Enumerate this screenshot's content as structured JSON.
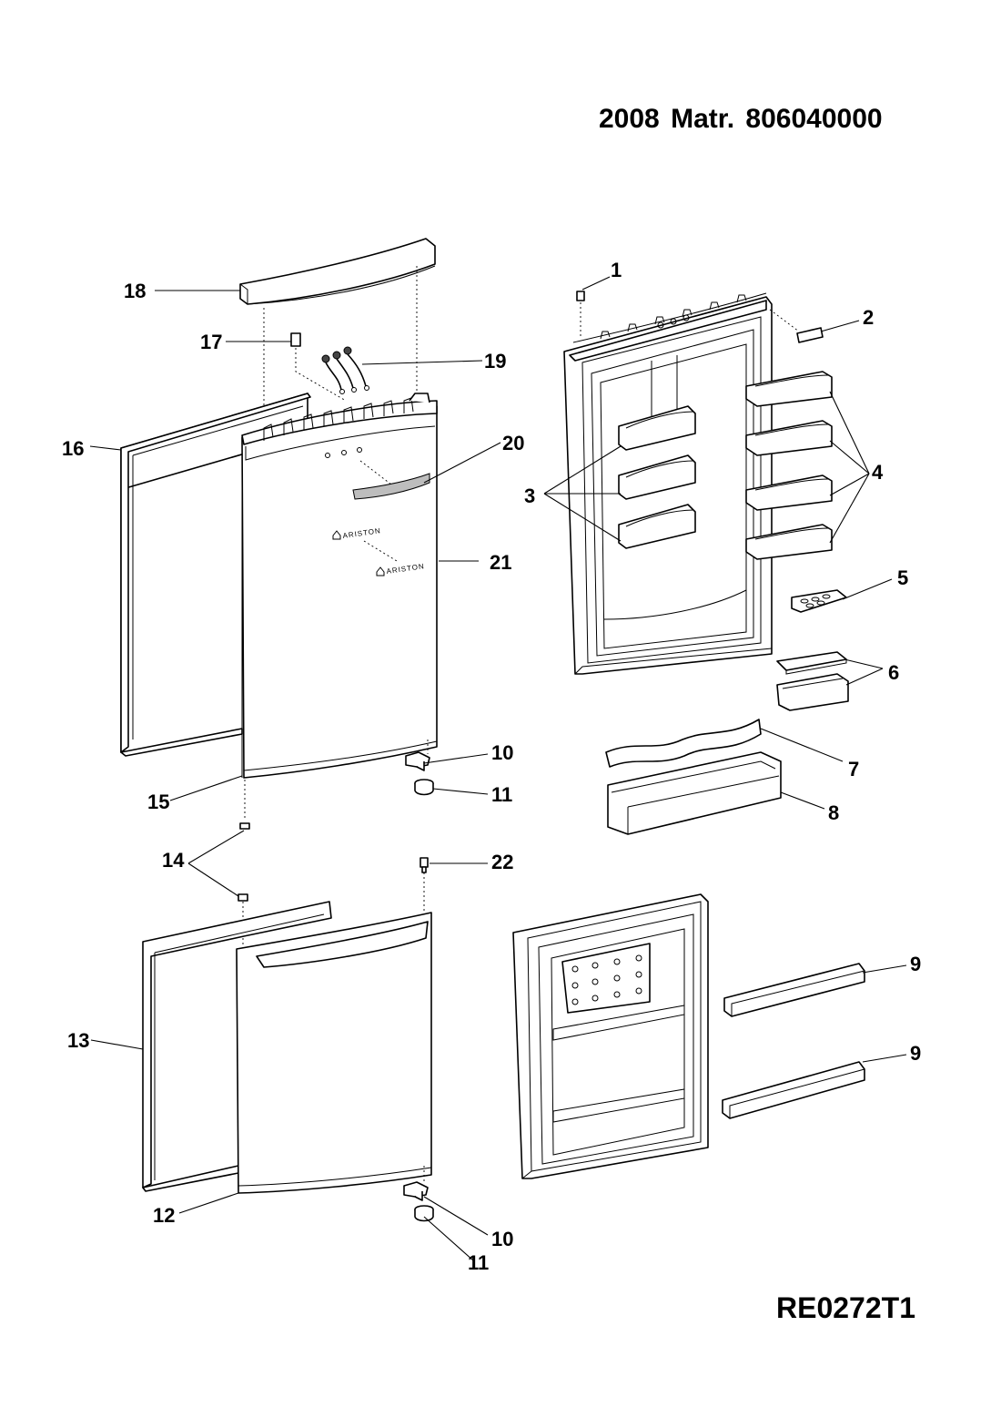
{
  "header": {
    "title": "2008  Matr. 806040000"
  },
  "footer": {
    "code": "RE0272T1"
  },
  "brand": {
    "logo_text": "ARISTON"
  },
  "callouts": {
    "c1": "1",
    "c2": "2",
    "c3": "3",
    "c4": "4",
    "c5": "5",
    "c6": "6",
    "c7": "7",
    "c8": "8",
    "c9a": "9",
    "c9b": "9",
    "c10a": "10",
    "c10b": "10",
    "c11a": "11",
    "c11b": "11",
    "c12": "12",
    "c13": "13",
    "c14": "14",
    "c15": "15",
    "c16": "16",
    "c17": "17",
    "c18": "18",
    "c19": "19",
    "c20": "20",
    "c21": "21",
    "c22": "22"
  }
}
